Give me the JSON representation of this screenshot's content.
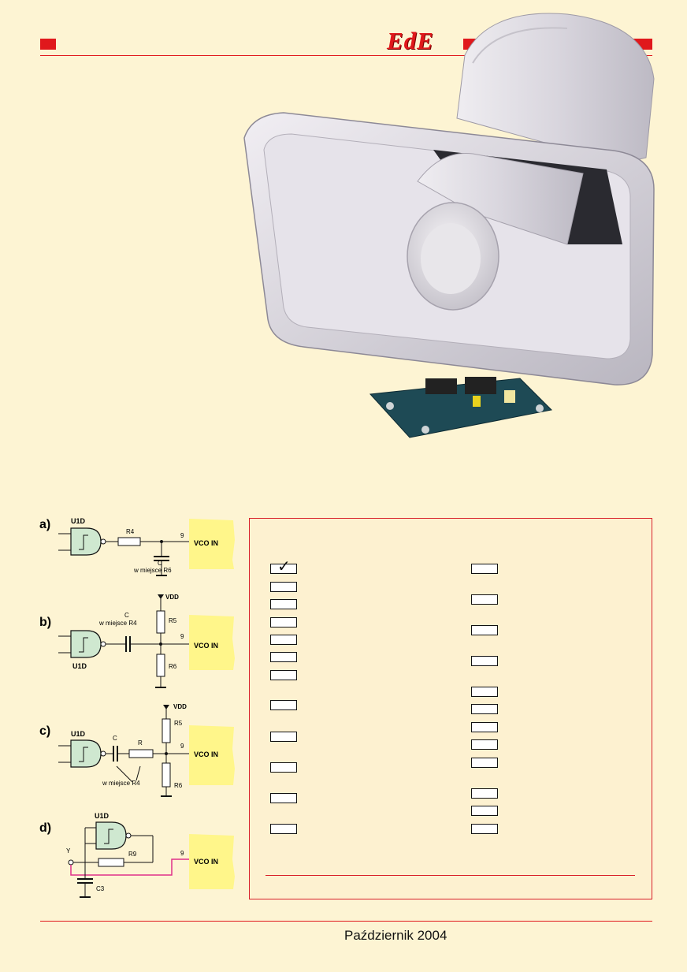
{
  "header": {
    "logo": "EdE"
  },
  "figures": {
    "labels": [
      "a)",
      "b)",
      "c)",
      "d)"
    ],
    "a": {
      "gate": "U1D",
      "r4": "R4",
      "pin": "9",
      "vco": "VCO IN",
      "cap": "C",
      "note": "w miejsce R6"
    },
    "b": {
      "gate": "U1D",
      "vdd": "VDD",
      "cap": "C",
      "note": "w miejsce R4",
      "r5": "R5",
      "pin": "9",
      "vco": "VCO IN",
      "r6": "R6"
    },
    "c": {
      "gate": "U1D",
      "vdd": "VDD",
      "cap": "C",
      "r": "R",
      "r5": "R5",
      "pin": "9",
      "vco": "VCO IN",
      "note": "w miejsce R4",
      "r6": "R6"
    },
    "d": {
      "gate": "U1D",
      "y": "Y",
      "r9": "R9",
      "pin": "9",
      "vco": "VCO IN",
      "c3": "C3"
    }
  },
  "checklist": {
    "checked_index": 0,
    "checkmark": "✓"
  },
  "footer": {
    "date": "Październik 2004"
  },
  "colors": {
    "accent": "#e0181c",
    "background": "#fdf4d3",
    "vco_box": "#fff68a",
    "gate_fill": "#cfe8d0",
    "wire_pink": "#e0308a"
  }
}
